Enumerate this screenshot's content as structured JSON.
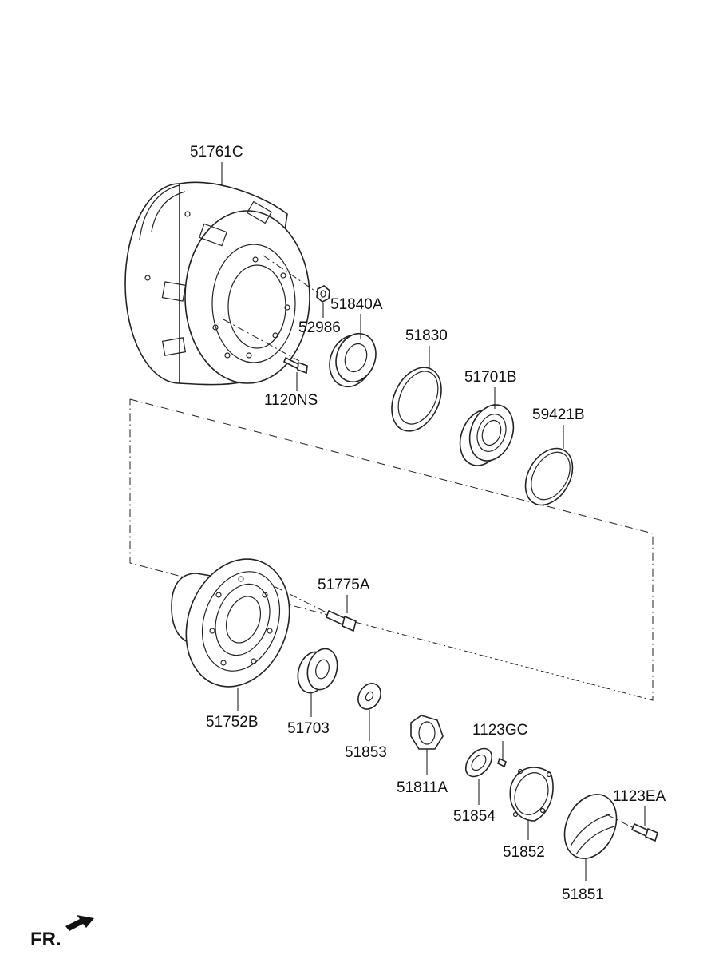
{
  "diagram": {
    "front_marker": "FR.",
    "parts": [
      {
        "id": "p51761c",
        "label": "51761C"
      },
      {
        "id": "p51840a",
        "label": "51840A"
      },
      {
        "id": "p52986",
        "label": "52986"
      },
      {
        "id": "p1120ns",
        "label": "1120NS"
      },
      {
        "id": "p51830",
        "label": "51830"
      },
      {
        "id": "p51701b",
        "label": "51701B"
      },
      {
        "id": "p59421b",
        "label": "59421B"
      },
      {
        "id": "p51775a",
        "label": "51775A"
      },
      {
        "id": "p51752b",
        "label": "51752B"
      },
      {
        "id": "p51703",
        "label": "51703"
      },
      {
        "id": "p51853",
        "label": "51853"
      },
      {
        "id": "p51811a",
        "label": "51811A"
      },
      {
        "id": "p1123gc",
        "label": "1123GC"
      },
      {
        "id": "p51854",
        "label": "51854"
      },
      {
        "id": "p51852",
        "label": "51852"
      },
      {
        "id": "p1123ea",
        "label": "1123EA"
      },
      {
        "id": "p51851",
        "label": "51851"
      }
    ]
  }
}
